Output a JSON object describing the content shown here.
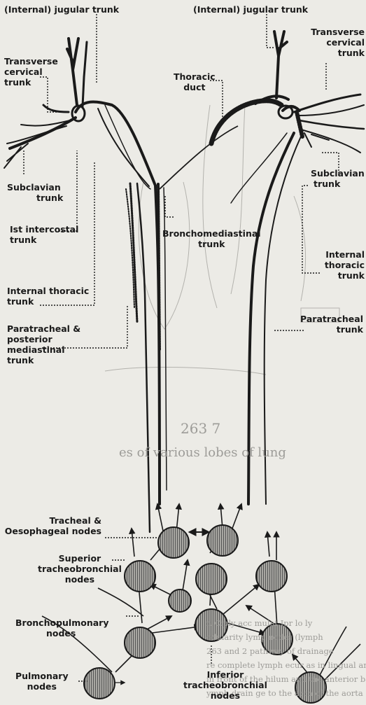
{
  "labels": {
    "jugular_left": "(Internal) jugular trunk",
    "jugular_right": "(Internal) jugular trunk",
    "transverse_cervical_left": [
      "Transverse",
      "cervical",
      "trunk"
    ],
    "transverse_cervical_right": [
      "Transverse",
      "cervical",
      "trunk"
    ],
    "thoracic_duct": [
      "Thoracic",
      "duct"
    ],
    "subclavian_left": [
      "Subclavian",
      "trunk"
    ],
    "subclavian_right": [
      "Subclavian",
      "trunk"
    ],
    "first_intercostal": [
      "Ist intercostal",
      "trunk"
    ],
    "internal_thoracic_left": [
      "Internal thoracic",
      "trunk"
    ],
    "internal_thoracic_right": [
      "Internal",
      "thoracic",
      "trunk"
    ],
    "bronchomediastinal": [
      "Bronchomediastinal",
      "trunk"
    ],
    "paratracheal_posterior": [
      "Paratracheal &",
      "posterior",
      "mediastinal",
      "trunk"
    ],
    "paratracheal_right": [
      "Paratracheal",
      "trunk"
    ],
    "tracheal_oesophageal": [
      "Tracheal &",
      "Oesophageal nodes"
    ],
    "superior_tracheobronchial": [
      "Superior",
      "tracheobronchial",
      "nodes"
    ],
    "bronchopulmonary": [
      "Bronchopulmonary",
      "nodes"
    ],
    "pulmonary": [
      "Pulmonary",
      "nodes"
    ],
    "inferior_tracheobronchial": [
      "Inferior",
      "tracheobronchial",
      "nodes"
    ]
  },
  "background_text": {
    "figure_number": "263 7",
    "caption_fragment": "es of various lobes of lung",
    "text_lines": [
      "r. Ciply acc mulat     Ipr   lo ly",
      "odularity lymp     nodes (lymph",
      "263  and 2     pathway of  drainage",
      "re complete  lymph    ecur as in lingual an",
      "in front of  the hilum and the anterior ba",
      "ymph drain ge to  the arch of the aorta"
    ]
  },
  "colors": {
    "background": "#ecebe6",
    "ink": "#1a1a1a",
    "node_fill": "#9a9994",
    "faded_text": "#9d9c98"
  }
}
